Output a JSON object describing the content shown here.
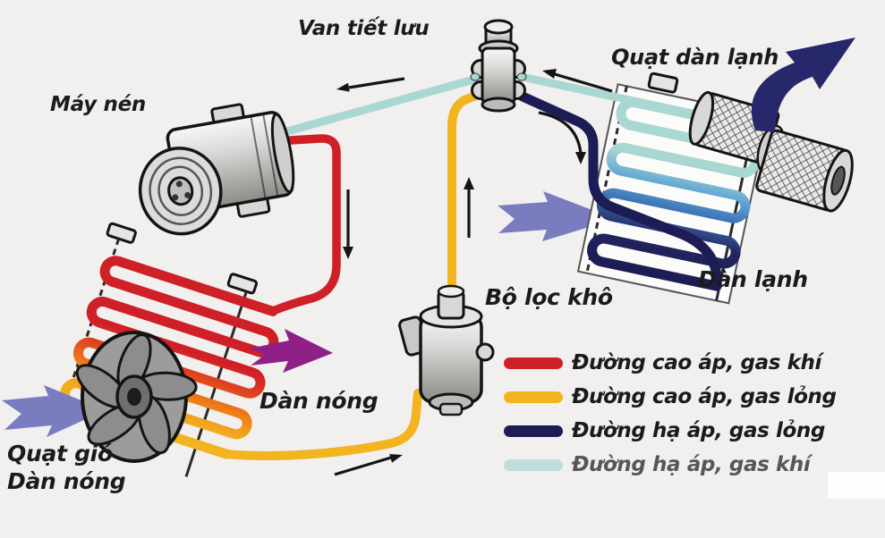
{
  "labels": {
    "expansion_valve": "Van tiết lưu",
    "evaporator_fan": "Quạt dàn lạnh",
    "compressor": "Máy nén",
    "evaporator": "Dàn lạnh",
    "receiver_drier": "Bộ lọc khô",
    "condenser": "Dàn nóng",
    "condenser_fan_line1": "Quạt gió",
    "condenser_fan_line2": "Dàn nóng"
  },
  "legend": {
    "items": [
      {
        "name": "high-pressure-gas-line",
        "label": "Đường cao áp, gas khí",
        "color": "#cf1f27"
      },
      {
        "name": "high-pressure-liquid-line",
        "label": "Đường cao áp, gas lỏng",
        "color": "#f2b41f"
      },
      {
        "name": "low-pressure-liquid-line",
        "label": "Đường hạ áp, gas lỏng",
        "color": "#1d1d55"
      },
      {
        "name": "low-pressure-gas-line",
        "label": "Đường hạ áp, gas khí",
        "color": "#a9d7d2"
      }
    ]
  },
  "colors": {
    "background": "#f1f0ee",
    "outline": "#141414",
    "text": "#1b1b1b",
    "line_high_gas": "#cf1f27",
    "line_high_liquid": "#f2b41f",
    "line_low_liquid": "#1d1d55",
    "line_low_gas": "#a9d7d2",
    "cond_deep_orange": "#e0481f",
    "cond_orange": "#ee7d18",
    "cond_light_orange": "#f2a81e",
    "evap_mid_blue": "#58a0d2",
    "evap_deep_blue": "#3a6ab0",
    "evap_navy": "#23255e",
    "air_arrow_slate": "#7a7cc0",
    "air_arrow_navy": "#27276b",
    "heat_arrow_purple": "#8e2088",
    "fan_gray": "#8d8d8d",
    "metal_light": "#e8e8e6",
    "metal_dark": "#8c8c89"
  }
}
